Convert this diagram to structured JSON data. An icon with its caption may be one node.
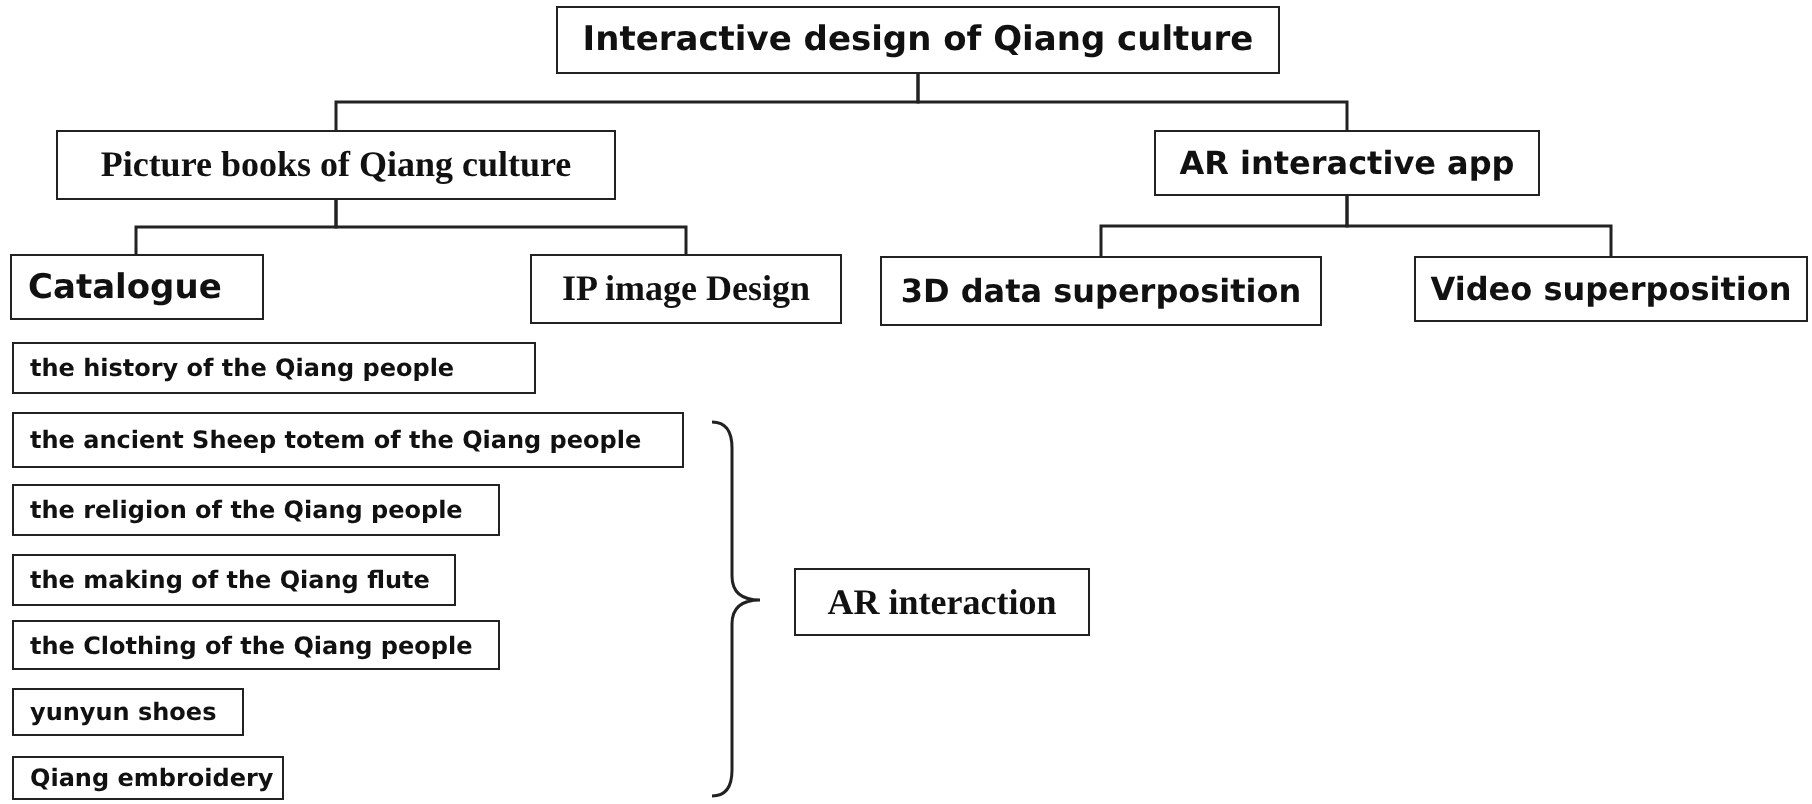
{
  "diagram": {
    "nodes": [
      {
        "text": [
          "Interactive design of Qiang culture"
        ]
      },
      {
        "text": [
          "Picture books of Qiang culture"
        ]
      },
      {
        "text": [
          "AR interactive app"
        ]
      },
      {
        "text": [
          "Catalogue"
        ]
      },
      {
        "text": [
          "IP image Design"
        ]
      },
      {
        "text": [
          "3D data superposition"
        ]
      },
      {
        "text": [
          "Video superposition"
        ]
      },
      {
        "text": [
          "the history of the Qiang people"
        ]
      },
      {
        "text": [
          "the ancient Sheep totem of the Qiang people"
        ]
      },
      {
        "text": [
          "the religion of the Qiang people"
        ]
      },
      {
        "text": [
          "the making of the Qiang flute"
        ]
      },
      {
        "text": [
          "the Clothing of the Qiang people"
        ]
      },
      {
        "text": [
          "yunyun shoes"
        ]
      },
      {
        "text": [
          "Qiang embroidery"
        ]
      },
      {
        "text": [
          "AR interaction"
        ]
      }
    ],
    "edges": [
      {
        "from": 0,
        "to": 1,
        "arrow": "none"
      },
      {
        "from": 0,
        "to": 2,
        "arrow": "none"
      },
      {
        "from": 1,
        "to": 3,
        "arrow": "none"
      },
      {
        "from": 1,
        "to": 4,
        "arrow": "none"
      },
      {
        "from": 2,
        "to": 5,
        "arrow": "none"
      },
      {
        "from": 2,
        "to": 6,
        "arrow": "none"
      }
    ]
  }
}
